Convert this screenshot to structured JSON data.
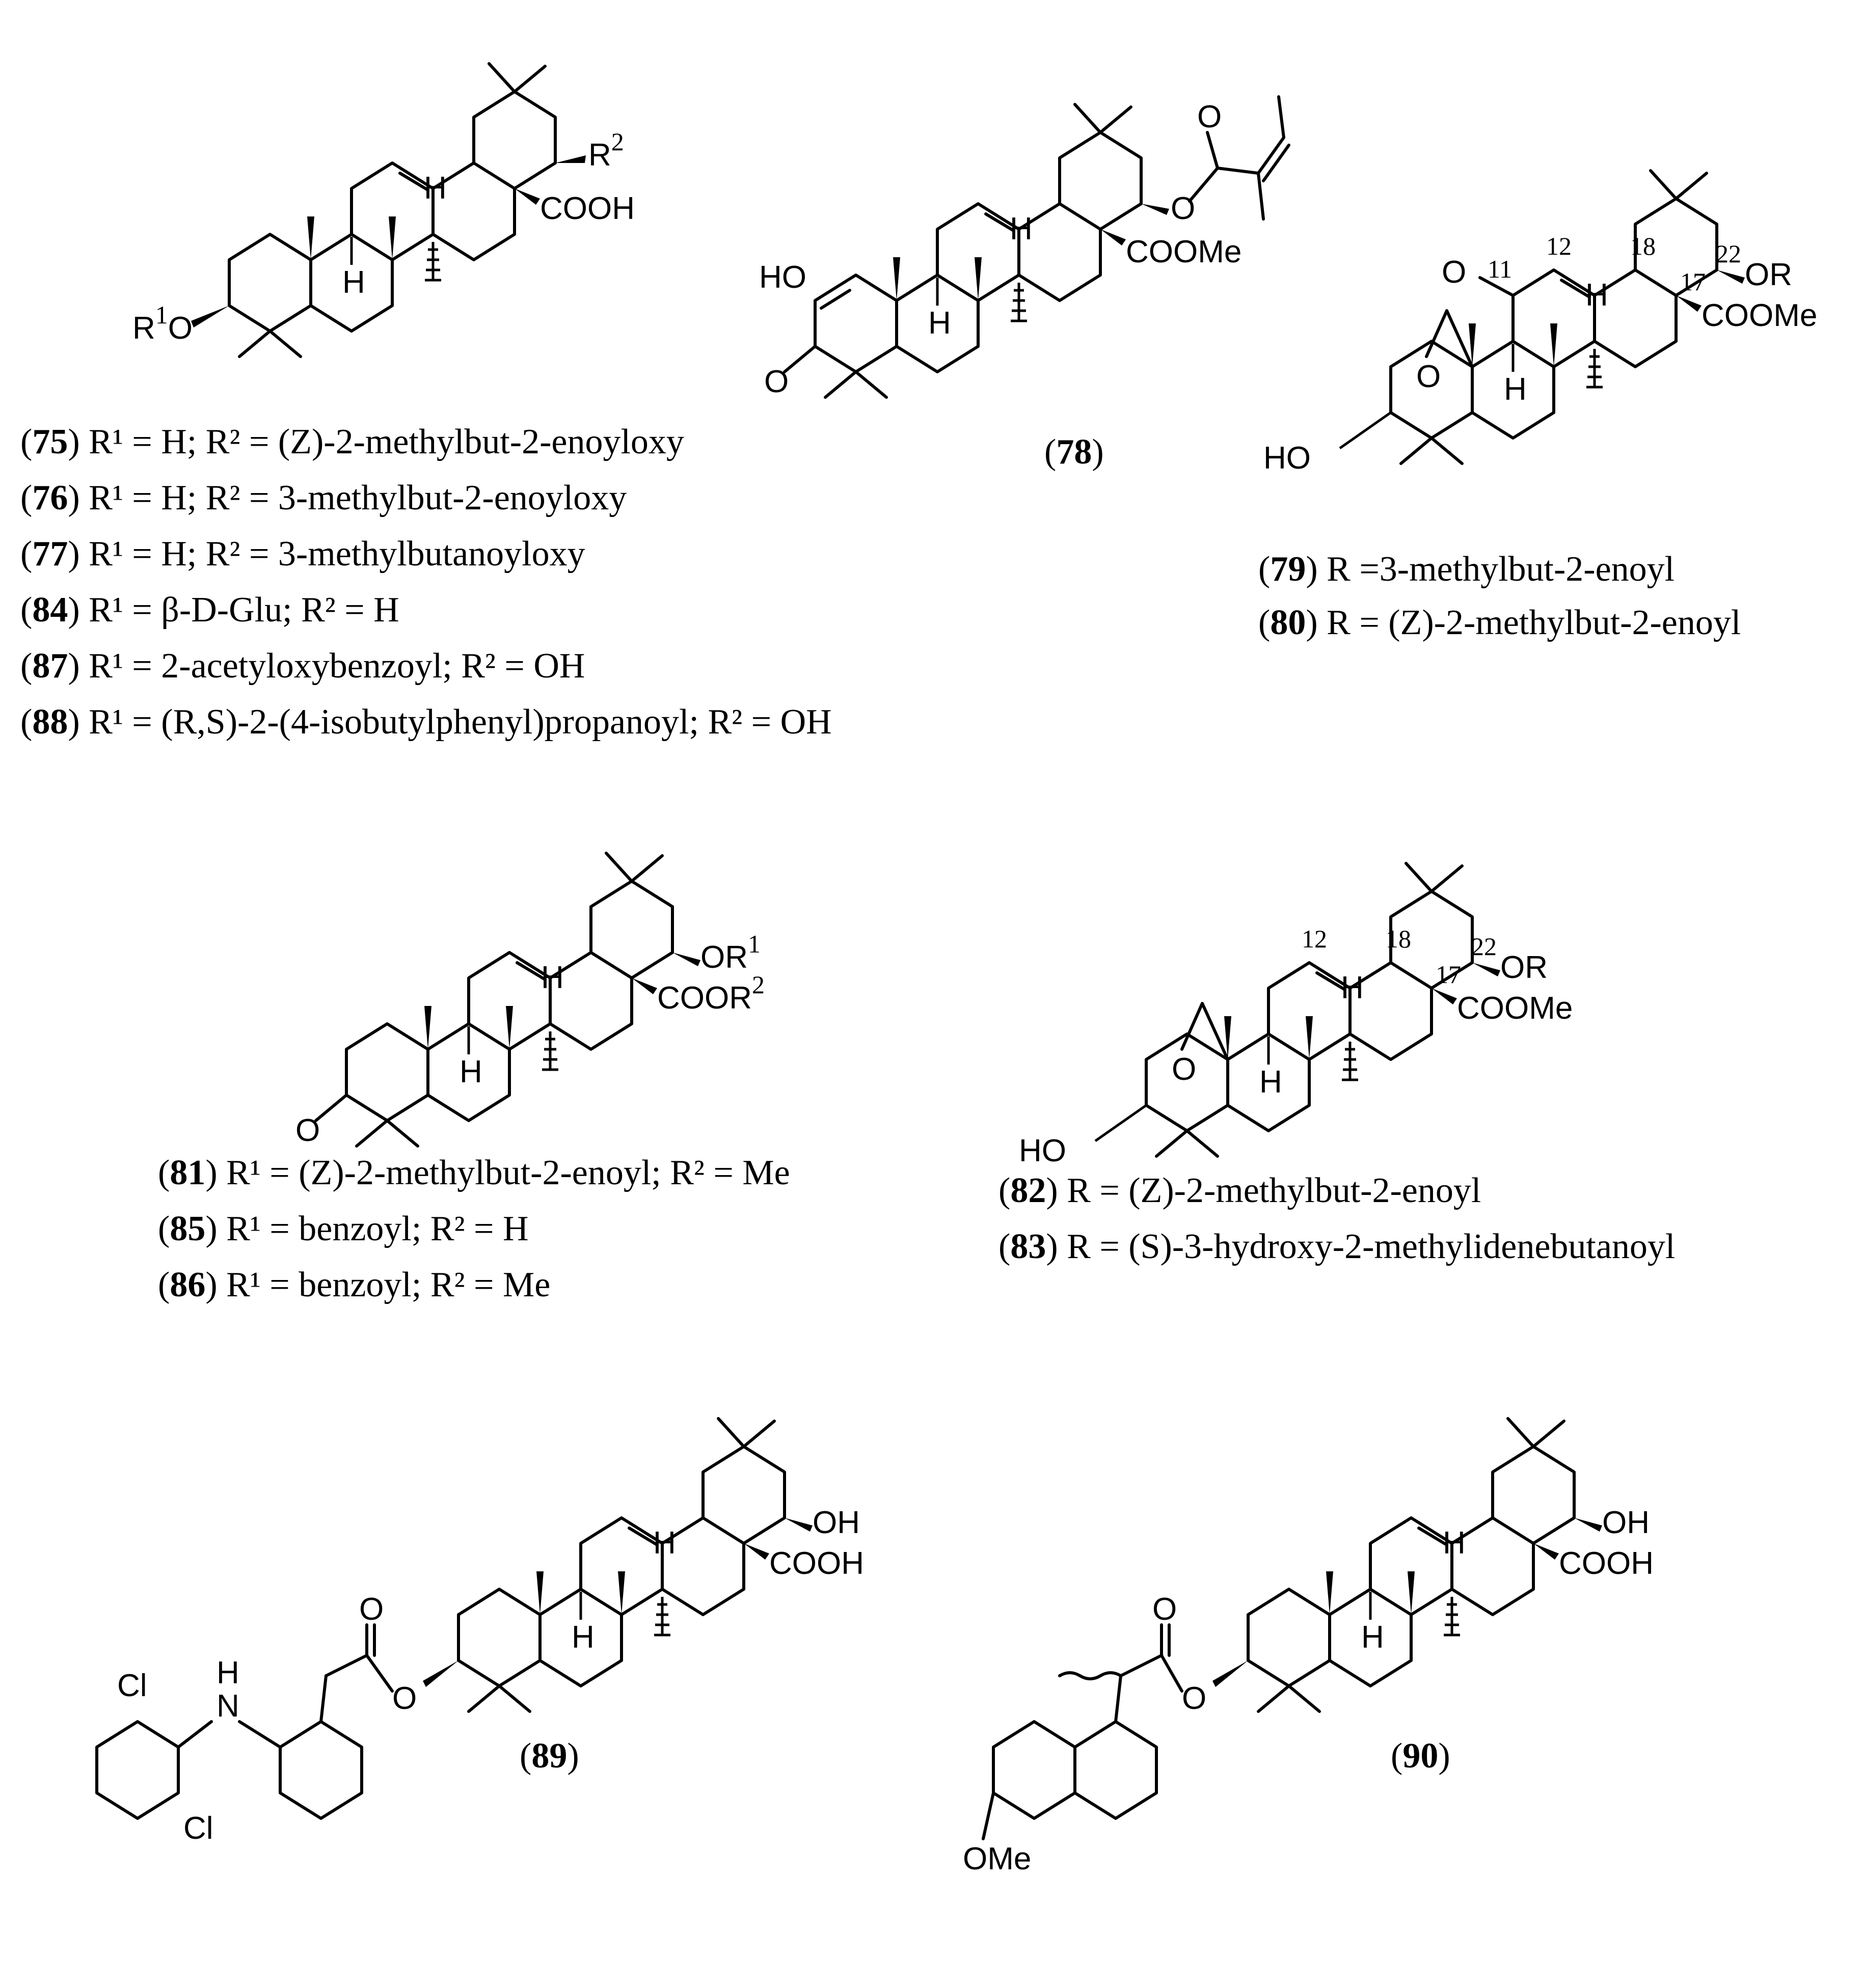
{
  "structures": [
    {
      "id": "top-left",
      "substituent_labels": [
        "R",
        "1",
        "O",
        "R",
        "2",
        "COOH",
        "H",
        "H"
      ],
      "compounds": [
        {
          "num": "75",
          "text": "R¹ = H; R² = (Z)-2-methylbut-2-enoyloxy"
        },
        {
          "num": "76",
          "text": "R¹ = H; R² = 3-methylbut-2-enoyloxy"
        },
        {
          "num": "77",
          "text": "R¹ = H; R² = 3-methylbutanoyloxy"
        },
        {
          "num": "84",
          "text": "R¹ = β-D-Glu; R² = H"
        },
        {
          "num": "87",
          "text": "R¹ = 2-acetyloxybenzoyl; R² = OH"
        },
        {
          "num": "88",
          "text": "R¹ = (R,S)-2-(4-isobutylphenyl)propanoyl; R² = OH"
        }
      ]
    },
    {
      "id": "top-middle",
      "labels": {
        "ho": "HO",
        "o_ketone": "O",
        "o_ester": "O",
        "o_carbonyl": "O",
        "coome": "COOMe",
        "h_upper": "H",
        "h_lower": "H"
      },
      "caption": "78"
    },
    {
      "id": "top-right",
      "labels": {
        "ho": "HO",
        "o_ketone": "O",
        "o_bridge": "O",
        "or": "OR",
        "coome": "COOMe",
        "h_upper": "H",
        "h_lower": "H"
      },
      "locants": [
        "11",
        "12",
        "18",
        "17",
        "22"
      ],
      "compounds": [
        {
          "num": "79",
          "text": "R =3-methylbut-2-enoyl"
        },
        {
          "num": "80",
          "text": "R = (Z)-2-methylbut-2-enoyl"
        }
      ]
    },
    {
      "id": "middle-left",
      "labels": {
        "o_ketone": "O",
        "or1": "OR",
        "or1_sup": "1",
        "coor2": "COOR",
        "coor2_sup": "2",
        "h_upper": "H",
        "h_lower": "H"
      },
      "compounds": [
        {
          "num": "81",
          "text": "R¹ = (Z)-2-methylbut-2-enoyl; R² = Me"
        },
        {
          "num": "85",
          "text": "R¹ = benzoyl; R² = H"
        },
        {
          "num": "86",
          "text": "R¹ = benzoyl; R² = Me"
        }
      ]
    },
    {
      "id": "middle-right",
      "labels": {
        "ho": "HO",
        "o_bridge": "O",
        "or": "OR",
        "coome": "COOMe",
        "h_upper": "H",
        "h_lower": "H"
      },
      "locants": [
        "12",
        "18",
        "17",
        "22"
      ],
      "compounds": [
        {
          "num": "82",
          "text": "R = (Z)-2-methylbut-2-enoyl"
        },
        {
          "num": "83",
          "text": "R = (S)-3-hydroxy-2-methylidenebutanoyl"
        }
      ]
    },
    {
      "id": "bottom-left",
      "labels": {
        "cl_top": "Cl",
        "cl_bottom": "Cl",
        "nh_h": "H",
        "nh_n": "N",
        "o_ester": "O",
        "o_carbonyl": "O",
        "oh": "OH",
        "cooh": "COOH",
        "h_upper": "H",
        "h_lower": "H"
      },
      "caption": "89"
    },
    {
      "id": "bottom-right",
      "labels": {
        "ome": "OMe",
        "o_ester": "O",
        "o_carbonyl": "O",
        "oh": "OH",
        "cooh": "COOH",
        "h_upper": "H",
        "h_lower": "H"
      },
      "caption": "90"
    }
  ]
}
